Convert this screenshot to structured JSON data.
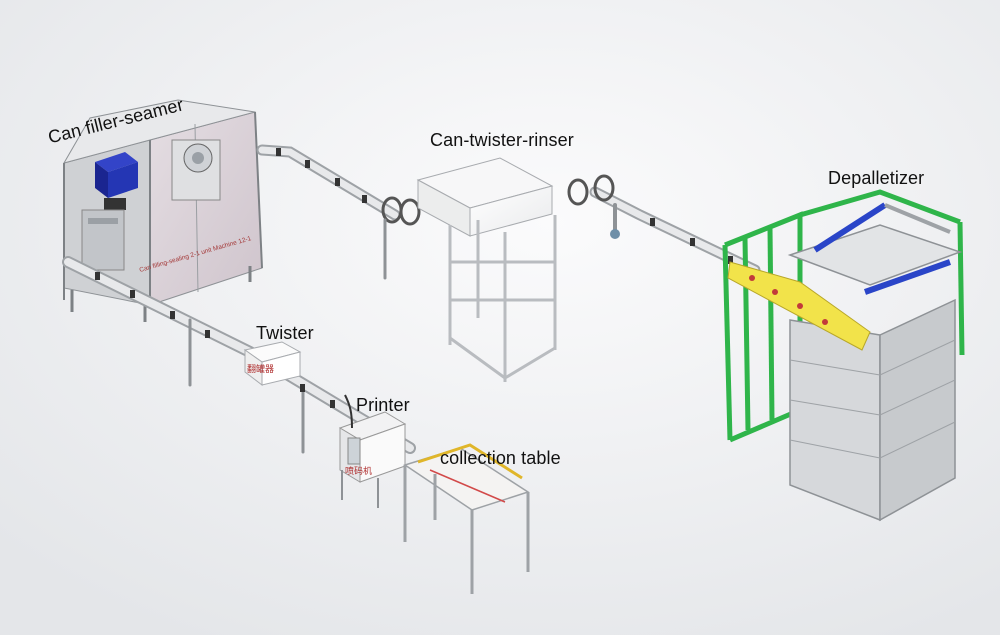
{
  "labels": {
    "filler": "Can filler-seamer",
    "rinser": "Can-twister-rinser",
    "depalletizer": "Depalletizer",
    "twister": "Twister",
    "printer": "Printer",
    "table": "collection table"
  },
  "machine_texts": {
    "filler_plate": "Can filling-sealing 2-1 unit Machine 12-1",
    "twister_box": "翻罐器",
    "printer_box": "喷码机"
  },
  "colors": {
    "background": "#f3f4f6",
    "frame": "#b9bcc0",
    "panel_mauve": "#d8cfd6",
    "motor_blue": "#1f2fb0",
    "rail_green": "#2fb54a",
    "beam_blue": "#2a45c8",
    "conveyor_yellow": "#f2e34a",
    "guide_red": "#c23a3a"
  }
}
